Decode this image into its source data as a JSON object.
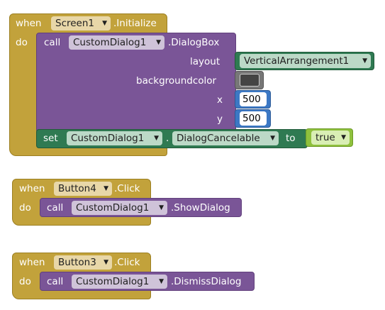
{
  "colors": {
    "event": "#c2a23b",
    "event_border": "#9c7f21",
    "proc": "#7a5597",
    "proc_border": "#61407c",
    "setter": "#2f7a52",
    "setter_border": "#215a3a",
    "math": "#3c78c4",
    "math_border": "#2b5a96",
    "logic": "#8fc13d",
    "logic_border": "#6d9a26",
    "color_swatch": "#444444"
  },
  "init_event": {
    "when": "when",
    "component": "Screen1",
    "event": ".Initialize",
    "do": "do",
    "call": {
      "call": "call",
      "component": "CustomDialog1",
      "method": ".DialogBox",
      "params": {
        "layout_label": "layout",
        "layout_value": "VerticalArrangement1",
        "bg_label": "backgroundcolor",
        "x_label": "x",
        "x_value": "500",
        "y_label": "y",
        "y_value": "500"
      }
    },
    "set": {
      "set": "set",
      "component": "CustomDialog1",
      "dot": ".",
      "property": "DialogCancelable",
      "to": "to",
      "value": "true"
    }
  },
  "button4_event": {
    "when": "when",
    "component": "Button4",
    "event": ".Click",
    "do": "do",
    "call": "call",
    "call_component": "CustomDialog1",
    "method": ".ShowDialog"
  },
  "button3_event": {
    "when": "when",
    "component": "Button3",
    "event": ".Click",
    "do": "do",
    "call": "call",
    "call_component": "CustomDialog1",
    "method": ".DismissDialog"
  }
}
